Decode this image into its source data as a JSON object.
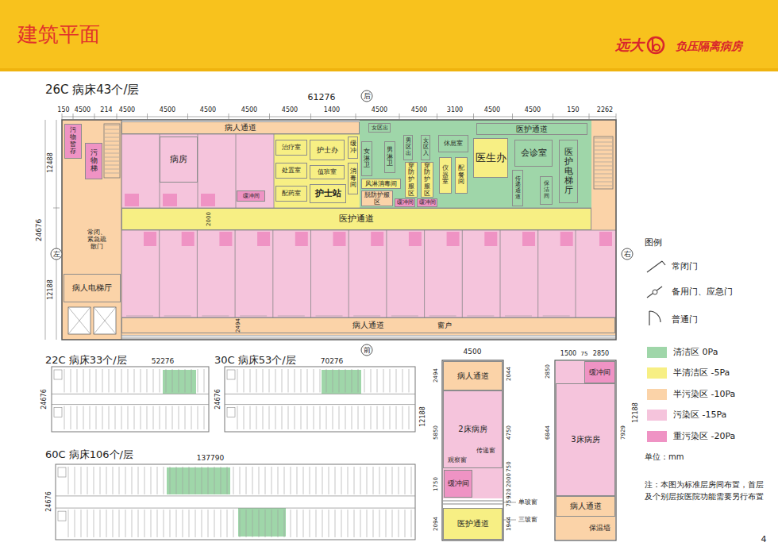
{
  "diagram": {
    "title": "建筑平面",
    "nodes": [
      {
        "text": [
          "污物暂存"
        ]
      },
      {
        "text": [
          "污物梯"
        ]
      },
      {
        "text": [
          "病人通道"
        ]
      },
      {
        "text": [
          "病房"
        ]
      },
      {
        "text": [
          "治疗室"
        ]
      },
      {
        "text": [
          "护士办"
        ]
      },
      {
        "text": [
          "处置室"
        ]
      },
      {
        "text": [
          "值班室"
        ]
      },
      {
        "text": [
          "配药室"
        ]
      },
      {
        "text": [
          "护士站"
        ]
      },
      {
        "text": [
          "缓冲间"
        ]
      },
      {
        "text": [
          "缓冲"
        ]
      },
      {
        "text": [
          "消毒间"
        ]
      },
      {
        "text": [
          "女区出"
        ]
      },
      {
        "text": [
          "女淋卫"
        ]
      },
      {
        "text": [
          "男淋卫"
        ]
      },
      {
        "text": [
          "男区出"
        ]
      },
      {
        "text": [
          "女区入"
        ]
      },
      {
        "text": [
          "风淋消毒间"
        ]
      },
      {
        "text": [
          "脱防护服区"
        ]
      },
      {
        "text": [
          "穿防护服区"
        ]
      },
      {
        "text": [
          "穿防护服区"
        ]
      },
      {
        "text": [
          "缓冲间"
        ]
      },
      {
        "text": [
          "缓冲间"
        ]
      },
      {
        "text": [
          "休息室"
        ]
      },
      {
        "text": [
          "仪器室"
        ]
      },
      {
        "text": [
          "配餐间"
        ]
      },
      {
        "text": [
          "医生办"
        ]
      },
      {
        "text": [
          "医护通道"
        ]
      },
      {
        "text": [
          "会诊室"
        ]
      },
      {
        "text": [
          "医护电梯厅"
        ]
      },
      {
        "text": [
          "传递通道"
        ]
      },
      {
        "text": [
          "保洁间"
        ]
      },
      {
        "text": [
          "医护通道"
        ]
      },
      {
        "text": [
          "病人电梯厅"
        ]
      },
      {
        "text": [
          "病人通道"
        ]
      },
      {
        "text": [
          "病人通道"
        ]
      },
      {
        "text": [
          "2床病房"
        ]
      },
      {
        "text": [
          "缓冲间"
        ]
      },
      {
        "text": [
          "医护通道"
        ]
      },
      {
        "text": [
          "缓冲间"
        ]
      },
      {
        "text": [
          "3床病房"
        ]
      },
      {
        "text": [
          "病人通道"
        ]
      }
    ],
    "labels": [
      "远大",
      "负压隔离病房",
      "26C 病床43个/层",
      "61276",
      "后",
      "150",
      "4500",
      "214",
      "4500",
      "4500",
      "4500",
      "4500",
      "4500",
      "1400",
      "4500",
      "4500",
      "3100",
      "4500",
      "4500",
      "150",
      "2262",
      "12488",
      "24676",
      "12188",
      "左",
      "右",
      "前",
      "常闭、紧急疏散门",
      "2000",
      "2494",
      "窗户",
      "22C 病床33个/层",
      "52276",
      "24676",
      "30C 病床53个/层",
      "70276",
      "24676",
      "60C 病床106个/层",
      "137790",
      "24676",
      "4500",
      "2494",
      "2044",
      "12188",
      "5850",
      "4750",
      "传递窗",
      "观察窗",
      "1750",
      "750",
      "2000",
      "920",
      "75",
      "1944",
      "2094",
      "单玻窗",
      "三玻窗",
      "1500",
      "75",
      "2850",
      "2850",
      "6844",
      "7929",
      "12188",
      "保温墙",
      "图例",
      "单位：mm",
      "注：本图为标准层房间布置，首层及个别层按医院功能需要另行布置",
      "4"
    ],
    "legend": [
      {
        "text": "常闭门"
      },
      {
        "text": "备用门、应急门"
      },
      {
        "text": "普通门"
      },
      {
        "text": "清洁区 0Pa",
        "color": "#9fd6a9"
      },
      {
        "text": "半清洁区 -5Pa",
        "color": "#f7ef84"
      },
      {
        "text": "半污染区 -10Pa",
        "color": "#fbd3a8"
      },
      {
        "text": "污染区 -15Pa",
        "color": "#f5c4dc"
      },
      {
        "text": "重污染区 -20Pa",
        "color": "#ef93c4"
      }
    ]
  }
}
